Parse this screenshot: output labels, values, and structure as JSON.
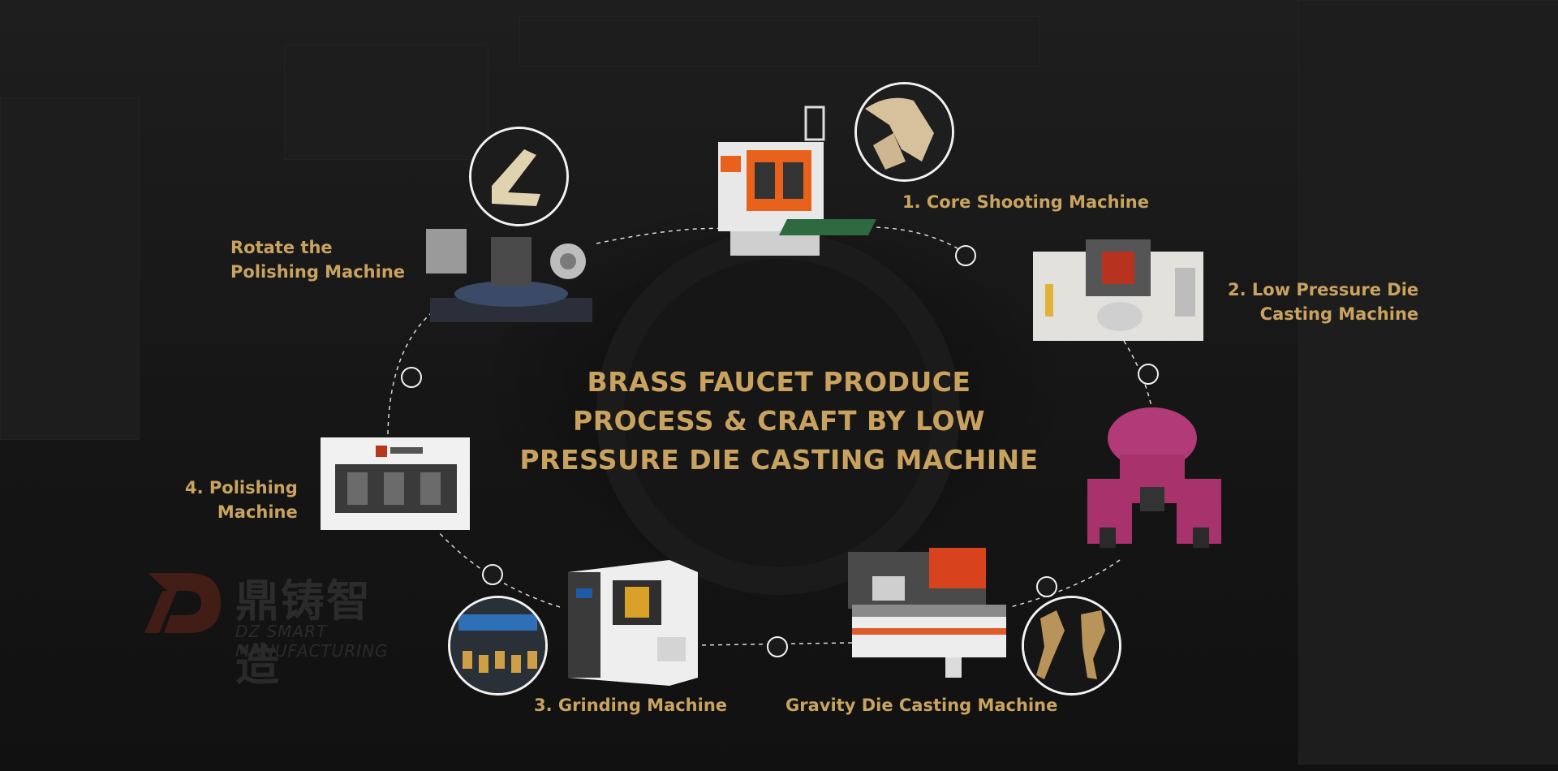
{
  "diagram": {
    "title_lines": [
      "BRASS FAUCET PRODUCE",
      "PROCESS & CRAFT BY LOW",
      "PRESSURE DIE CASTING MACHINE"
    ],
    "steps": {
      "core_shooting": [
        "1. Core Shooting Machine"
      ],
      "low_pressure": [
        "2. Low Pressure Die",
        "Casting Machine"
      ],
      "gravity": [
        "Gravity Die Casting Machine"
      ],
      "grinding": [
        "3. Grinding Machine"
      ],
      "polishing": [
        "4. Polishing",
        "Machine"
      ],
      "rotate_polishing": [
        "Rotate the",
        "Polishing Machine"
      ]
    }
  },
  "watermark": {
    "chinese": "鼎铸智造",
    "english": "DZ SMART MANUFACTURING"
  },
  "colors": {
    "gold": "#c9a35f",
    "accent_orange": "#e8621c",
    "robot_magenta": "#b23a78"
  }
}
